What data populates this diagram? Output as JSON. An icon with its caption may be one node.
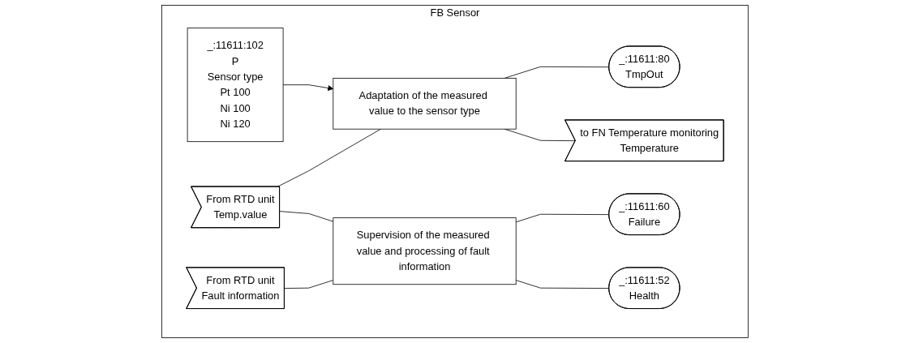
{
  "diagram": {
    "nodes": [
      {
        "text": [
          "FB Sensor"
        ]
      },
      {
        "text": [
          "_:11611:102",
          "P",
          "Sensor type",
          "Pt 100",
          "Ni 100",
          "Ni 120"
        ],
        "in": 0
      },
      {
        "text": [
          "From RTD unit",
          "Temp.value"
        ],
        "in": 0
      },
      {
        "text": [
          "From RTD unit",
          "Fault information"
        ],
        "in": 0
      },
      {
        "text": [
          "Adaptation of the measured value to the sensor type"
        ],
        "in": 0
      },
      {
        "text": [
          "Supervision of the measured value and processing of fault information"
        ],
        "in": 0
      },
      {
        "text": [
          "_:11611:80",
          "TmpOut"
        ],
        "in": 0
      },
      {
        "text": [
          "to FN Temperature monitoring",
          "Temperature"
        ],
        "in": 0
      },
      {
        "text": [
          "_:11611:60",
          "Failure"
        ],
        "in": 0
      },
      {
        "text": [
          "_:11611:52",
          "Health"
        ],
        "in": 0
      }
    ],
    "edges": [
      {
        "from": 1,
        "to": 4,
        "arrow": "to"
      },
      {
        "from": 2,
        "to": 4,
        "arrow": "none"
      },
      {
        "from": 2,
        "to": 5,
        "arrow": "none"
      },
      {
        "from": 3,
        "to": 5,
        "arrow": "none"
      },
      {
        "from": 4,
        "to": 6,
        "arrow": "none"
      },
      {
        "from": 4,
        "to": 7,
        "arrow": "none"
      },
      {
        "from": 5,
        "to": 8,
        "arrow": "none"
      },
      {
        "from": 5,
        "to": 9,
        "arrow": "none"
      }
    ]
  }
}
